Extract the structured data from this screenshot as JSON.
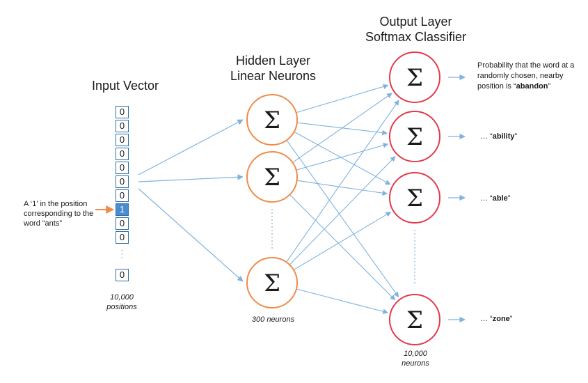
{
  "colors": {
    "input_border": "#2e6fa7",
    "input_highlight": "#4a8ccd",
    "hidden_neuron": "#f08b4a",
    "output_neuron": "#e23a4a",
    "connection": "#7fb2dd",
    "pointer_arrow": "#f08b4a"
  },
  "titles": {
    "input": "Input Vector",
    "hidden_line1": "Hidden Layer",
    "hidden_line2": "Linear Neurons",
    "output_line1": "Output Layer",
    "output_line2": "Softmax Classifier"
  },
  "input": {
    "cells": [
      "0",
      "0",
      "0",
      "0",
      "0",
      "0",
      "0",
      "1",
      "0",
      "0"
    ],
    "last_cell": "0",
    "ellipsis": "⋮",
    "count_line1": "10,000",
    "count_line2": "positions",
    "pointer_line1": "A ‘1’ in the position",
    "pointer_line2": "corresponding to the",
    "pointer_line3": "word “ants”"
  },
  "hidden": {
    "symbol": "Σ",
    "count": "300 neurons"
  },
  "output": {
    "symbol": "Σ",
    "count_line1": "10,000",
    "count_line2": "neurons",
    "labels": {
      "first_line1": "Probability that the word at a",
      "first_line2": "randomly chosen, nearby",
      "first_line3_prefix": "position is “",
      "first_line3_word": "abandon",
      "first_line3_suffix": "”",
      "ability_prefix": "… “",
      "ability_word": "ability",
      "ability_suffix": "”",
      "able_prefix": "… “",
      "able_word": "able",
      "able_suffix": "”",
      "zone_prefix": "… “",
      "zone_word": "zone",
      "zone_suffix": "”"
    }
  }
}
